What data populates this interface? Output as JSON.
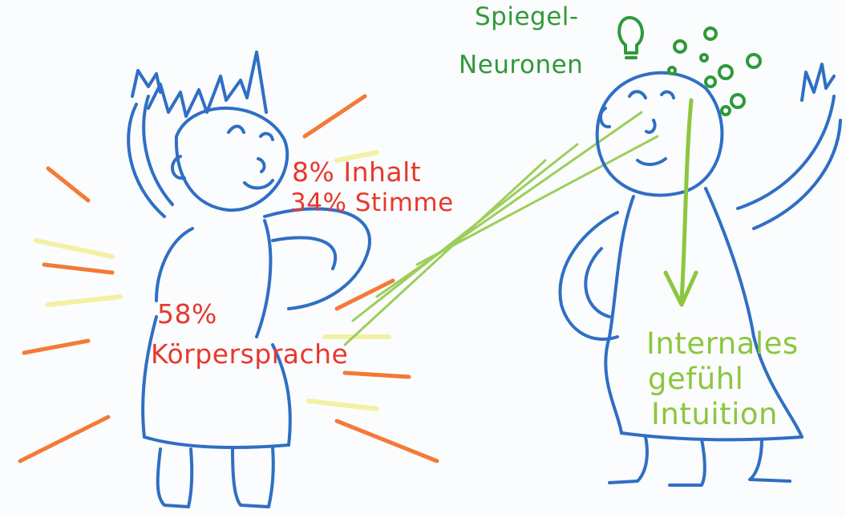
{
  "labels": {
    "spiegel": "Spiegel-",
    "neuronen": "Neuronen",
    "inhalt": "8% Inhalt",
    "stimme": "34% Stimme",
    "koerper_pct": "58%",
    "koerper": "Körpersprache",
    "internales": "Internales",
    "gefuehl": "gefühl",
    "intuition": "Intuition"
  },
  "colors": {
    "red": "#e8382c",
    "green": "#2e9a3a",
    "lime": "#8cc63f",
    "blue": "#2f6fc4",
    "orange": "#f26b21",
    "yellow": "#f3ef9c",
    "paper": "#fbfcfd"
  },
  "icons": {
    "lightbulb": "lightbulb-icon",
    "neuron_dots": "neuron-dots-icon",
    "arrow": "arrow-down-icon"
  }
}
